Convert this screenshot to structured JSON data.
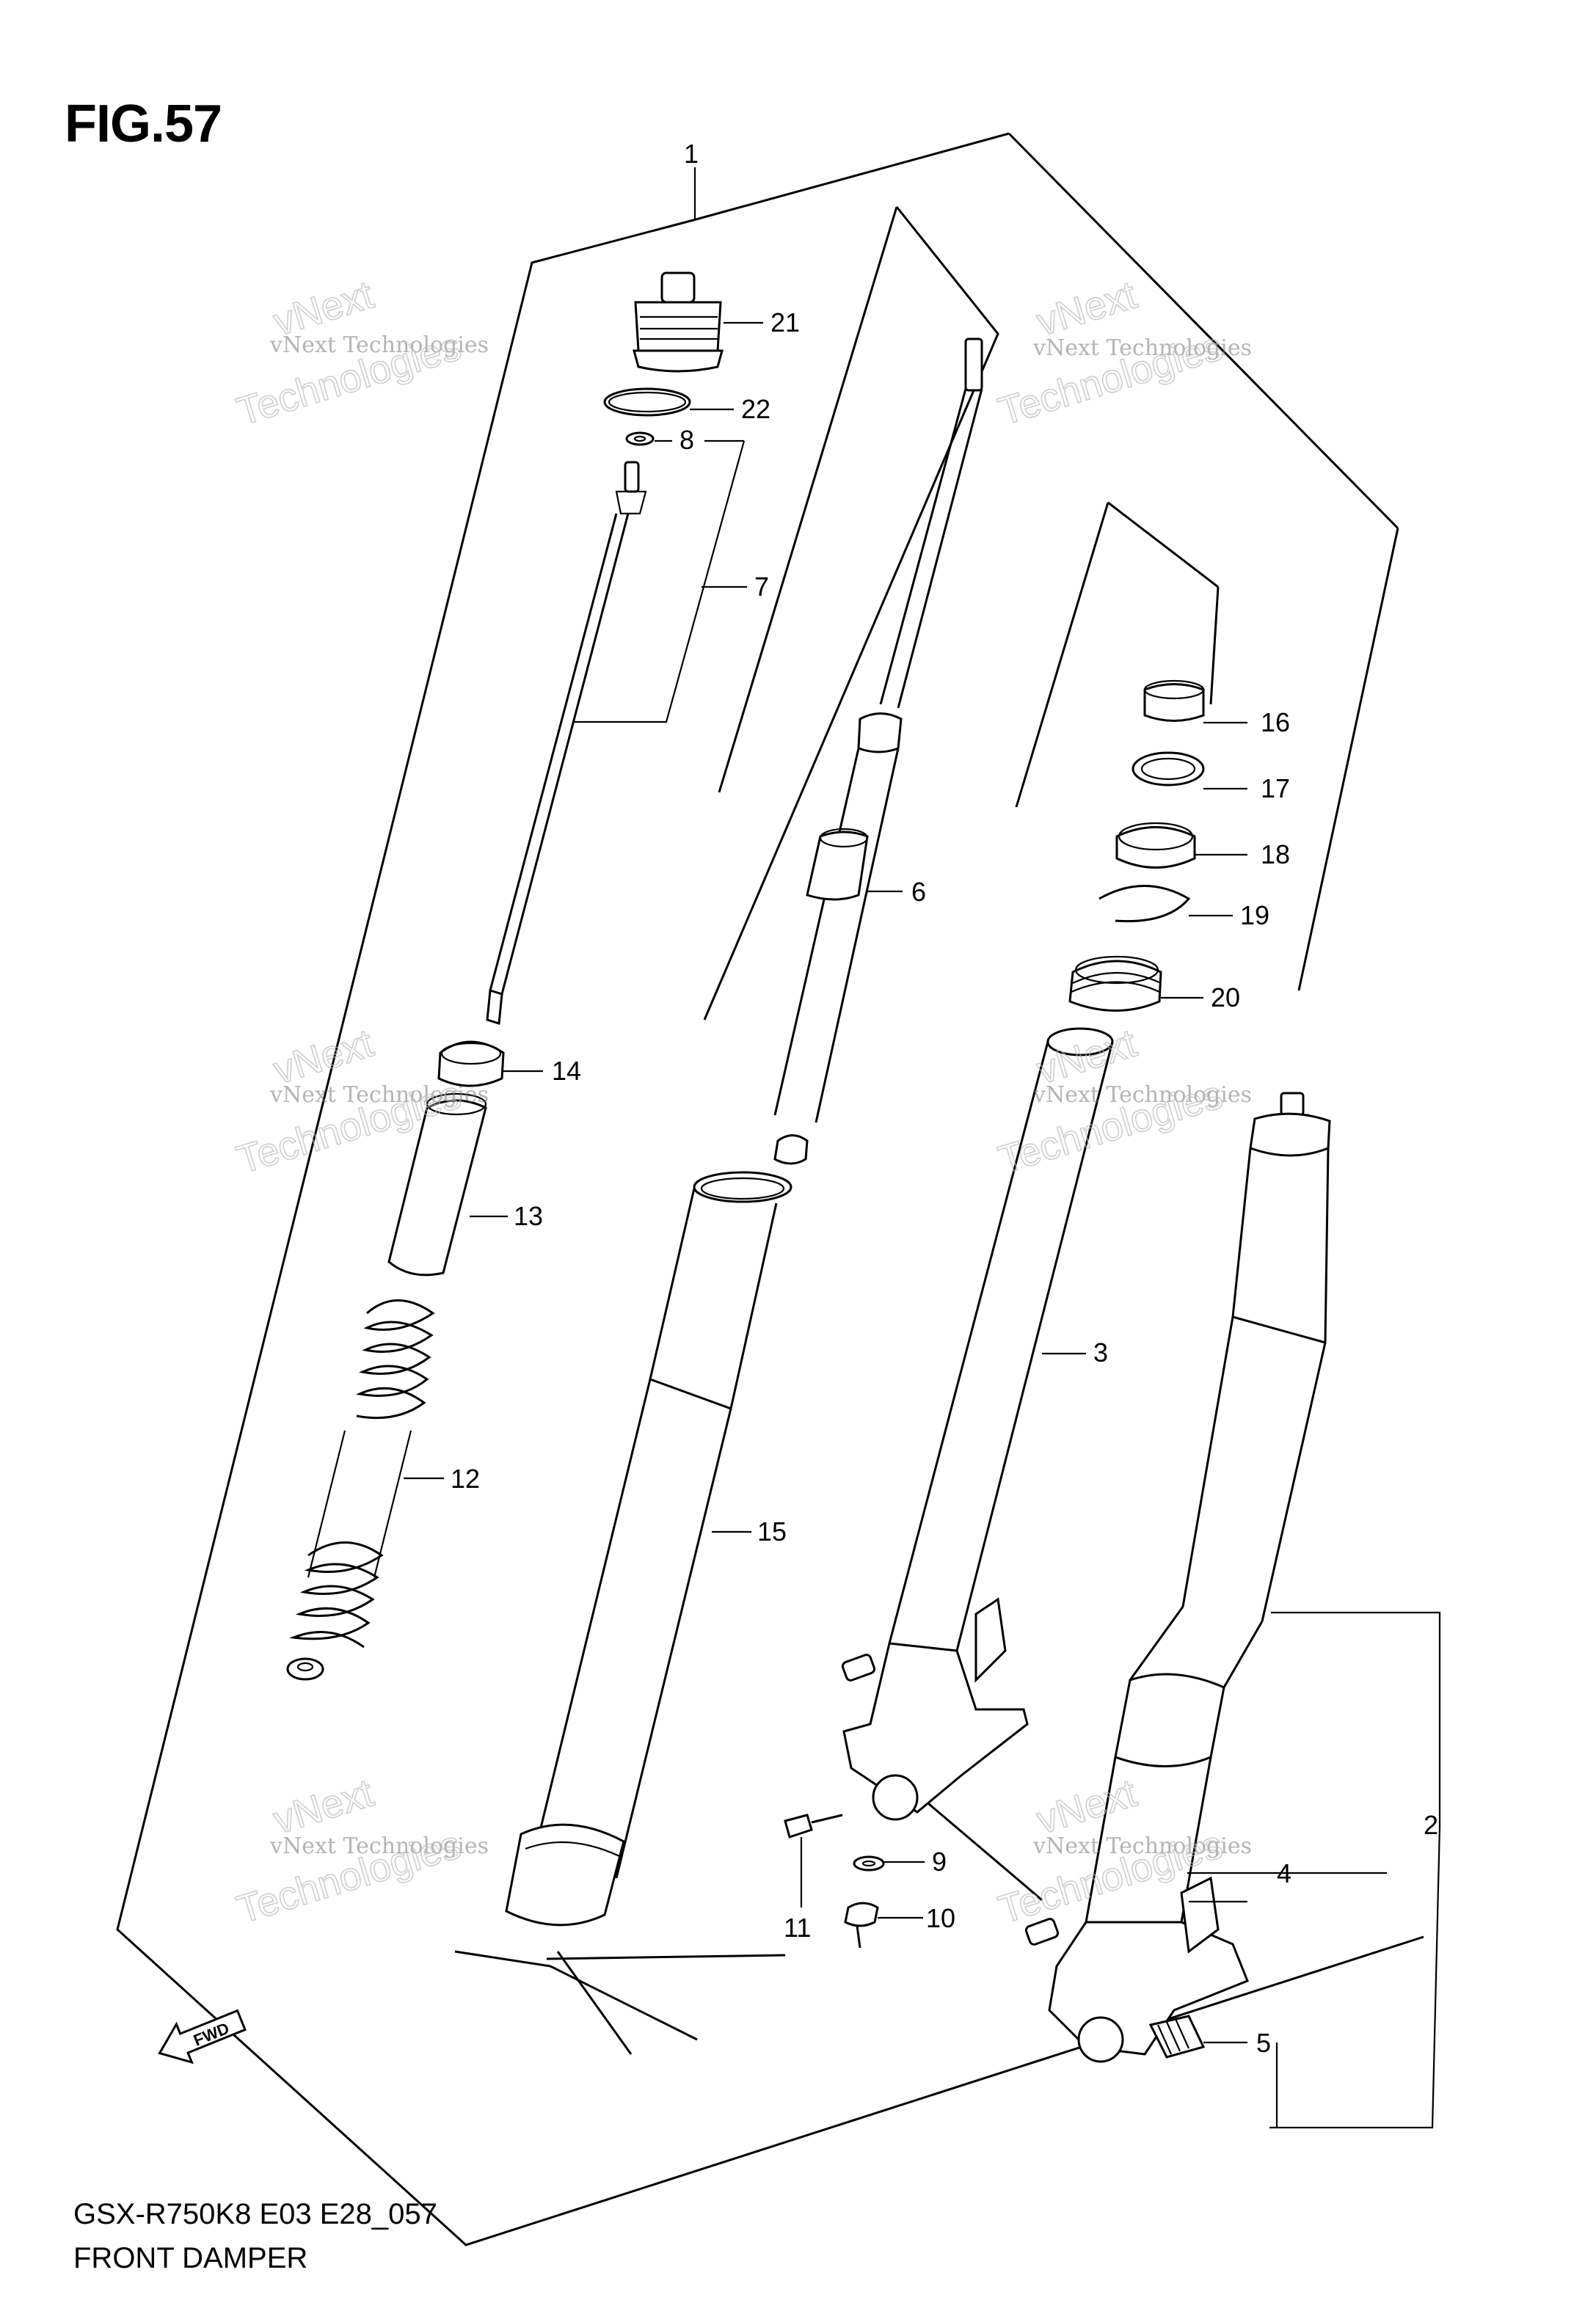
{
  "figure": {
    "title": "FIG.57",
    "model_code": "GSX-R750K8 E03 E28_057",
    "part_name": "FRONT DAMPER"
  },
  "watermark": {
    "line1": "vNext Technologies",
    "line2": "vNext",
    "line3": "Technologies"
  },
  "parts": [
    {
      "id": "p1",
      "label": "1"
    },
    {
      "id": "p2",
      "label": "2"
    },
    {
      "id": "p3",
      "label": "3"
    },
    {
      "id": "p4",
      "label": "4"
    },
    {
      "id": "p5",
      "label": "5"
    },
    {
      "id": "p6",
      "label": "6"
    },
    {
      "id": "p7",
      "label": "7"
    },
    {
      "id": "p8",
      "label": "8"
    },
    {
      "id": "p9",
      "label": "9"
    },
    {
      "id": "p10",
      "label": "10"
    },
    {
      "id": "p11",
      "label": "11"
    },
    {
      "id": "p12",
      "label": "12"
    },
    {
      "id": "p13",
      "label": "13"
    },
    {
      "id": "p14",
      "label": "14"
    },
    {
      "id": "p15",
      "label": "15"
    },
    {
      "id": "p16",
      "label": "16"
    },
    {
      "id": "p17",
      "label": "17"
    },
    {
      "id": "p18",
      "label": "18"
    },
    {
      "id": "p19",
      "label": "19"
    },
    {
      "id": "p20",
      "label": "20"
    },
    {
      "id": "p21",
      "label": "21"
    },
    {
      "id": "p22",
      "label": "22"
    }
  ],
  "fwd_marker": {
    "label": "FWD",
    "icon": "fwd-arrow-icon"
  }
}
